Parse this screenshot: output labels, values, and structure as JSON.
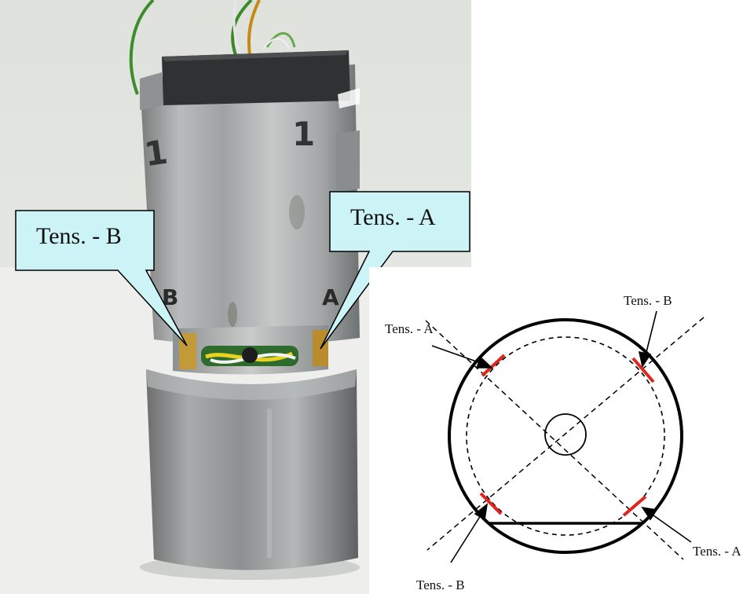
{
  "photo": {
    "callout_left": "Tens. - B",
    "callout_right": "Tens. - A",
    "marking_number_left": "1",
    "marking_number_right": "1",
    "marking_left": "B",
    "marking_right": "A"
  },
  "diagram": {
    "label_top_left": "Tens. - A",
    "label_top_right": "Tens. - B",
    "label_bottom_right": "Tens. - A",
    "label_bottom_left": "Tens. - B"
  },
  "colors": {
    "callout_fill": "#ccf3f6",
    "gauge_mark": "#e0251c"
  }
}
